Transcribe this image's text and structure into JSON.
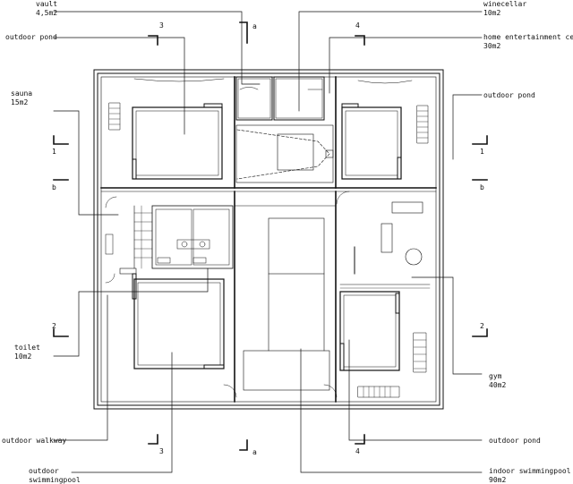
{
  "colors": {
    "ink": "#111111",
    "paper": "#ffffff"
  },
  "labels": {
    "vault": {
      "name": "vault",
      "area": "4,5m2"
    },
    "winecellar": {
      "name": "winecellar",
      "area": "10m2"
    },
    "outdoor_pond_tl": {
      "name": "outdoor pond"
    },
    "home_entertainment": {
      "name": "home entertainment center",
      "area": "30m2"
    },
    "sauna": {
      "name": "sauna",
      "area": "15m2"
    },
    "outdoor_pond_r": {
      "name": "outdoor pond"
    },
    "toilet": {
      "name": "toilet",
      "area": "10m2"
    },
    "gym": {
      "name": "gym",
      "area": "40m2"
    },
    "outdoor_walkway": {
      "name": "outdoor walkway"
    },
    "outdoor_pond_b": {
      "name": "outdoor pond"
    },
    "outdoor_swimmingpool": {
      "name": "outdoor",
      "area": "swimmingpool"
    },
    "indoor_swimmingpool": {
      "name": "indoor swimmingpool",
      "area": "90m2"
    }
  },
  "section_marks": {
    "m3_top": "3",
    "a_top": "a",
    "m4_top": "4",
    "m1_left": "1",
    "b_left": "b",
    "m1_right": "1",
    "b_right": "b",
    "m2_left": "2",
    "m2_right": "2",
    "m3_bottom": "3",
    "a_bottom": "a",
    "m4_bottom": "4"
  }
}
